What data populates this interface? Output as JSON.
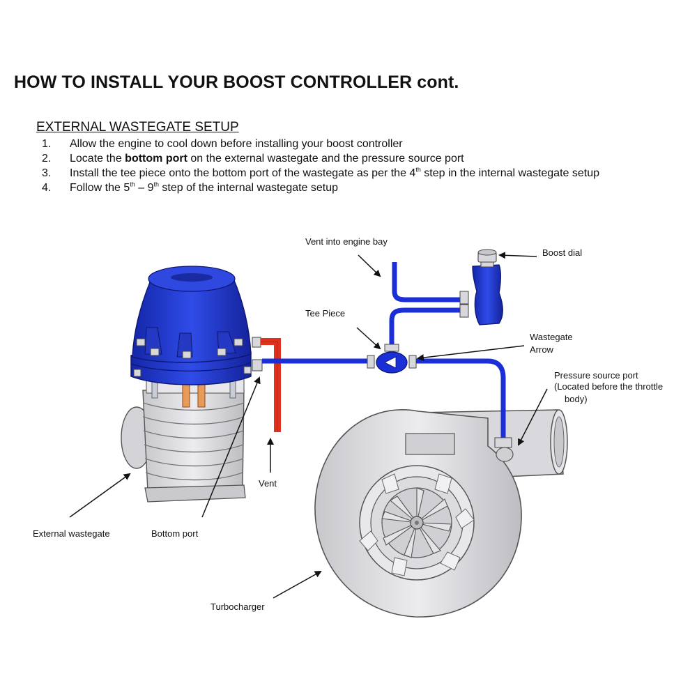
{
  "title": "HOW TO INSTALL YOUR BOOST CONTROLLER cont.",
  "section": {
    "heading": "EXTERNAL WASTEGATE SETUP",
    "steps": [
      {
        "num": "1.",
        "text": "Allow the engine to cool down before installing your boost controller"
      },
      {
        "num": "2.",
        "pre": "Locate the ",
        "bold": "bottom port",
        "post": " on the external wastegate and the pressure source port"
      },
      {
        "num": "3.",
        "pre": "Install the tee piece onto the bottom port of the wastegate as per the 4",
        "sup": "th",
        "post": " step in the internal wastegate setup"
      },
      {
        "num": "4.",
        "pre": "Follow the 5",
        "sup1": "th",
        "mid": " – 9",
        "sup2": "th",
        "post": " step of the internal wastegate setup"
      }
    ]
  },
  "labels": {
    "vent_engine_bay": "Vent into engine bay",
    "boost_dial": "Boost dial",
    "tee_piece": "Tee Piece",
    "wastegate_arrow_1": "Wastegate",
    "wastegate_arrow_2": "Arrow",
    "pressure_source_1": "Pressure source port",
    "pressure_source_2": "(Located before the throttle",
    "pressure_source_3": "body)",
    "vent": "Vent",
    "external_wastegate": "External wastegate",
    "bottom_port": "Bottom port",
    "turbocharger": "Turbocharger"
  },
  "colors": {
    "hose_blue": "#1a2fd6",
    "vent_red": "#e0301e",
    "metal_gray": "#d8d8dc",
    "outline": "#444444"
  }
}
